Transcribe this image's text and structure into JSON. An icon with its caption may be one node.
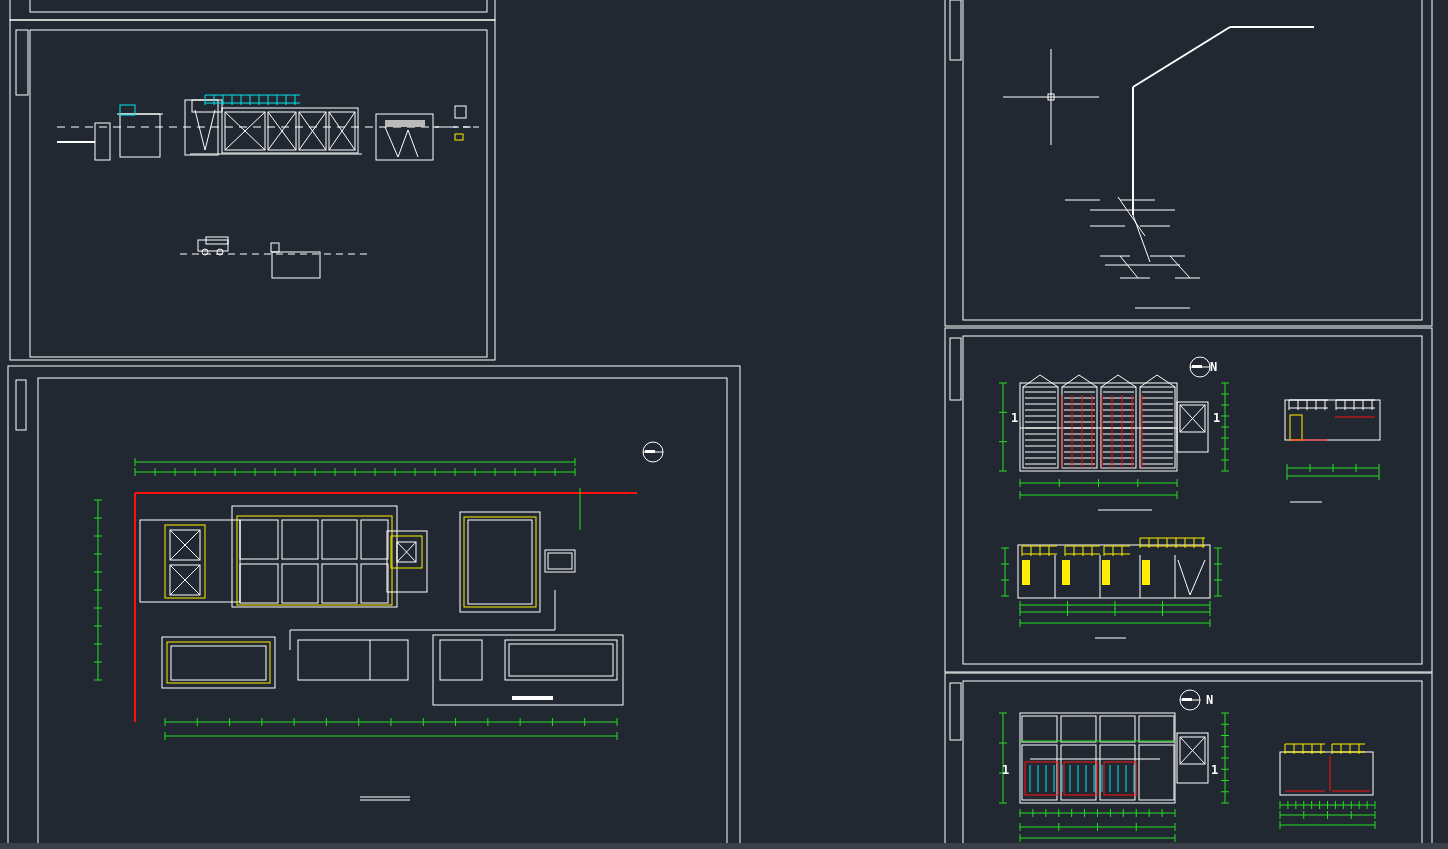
{
  "diagram": {
    "labels": [
      "N",
      "1",
      "1",
      "N",
      "1",
      "1"
    ]
  }
}
